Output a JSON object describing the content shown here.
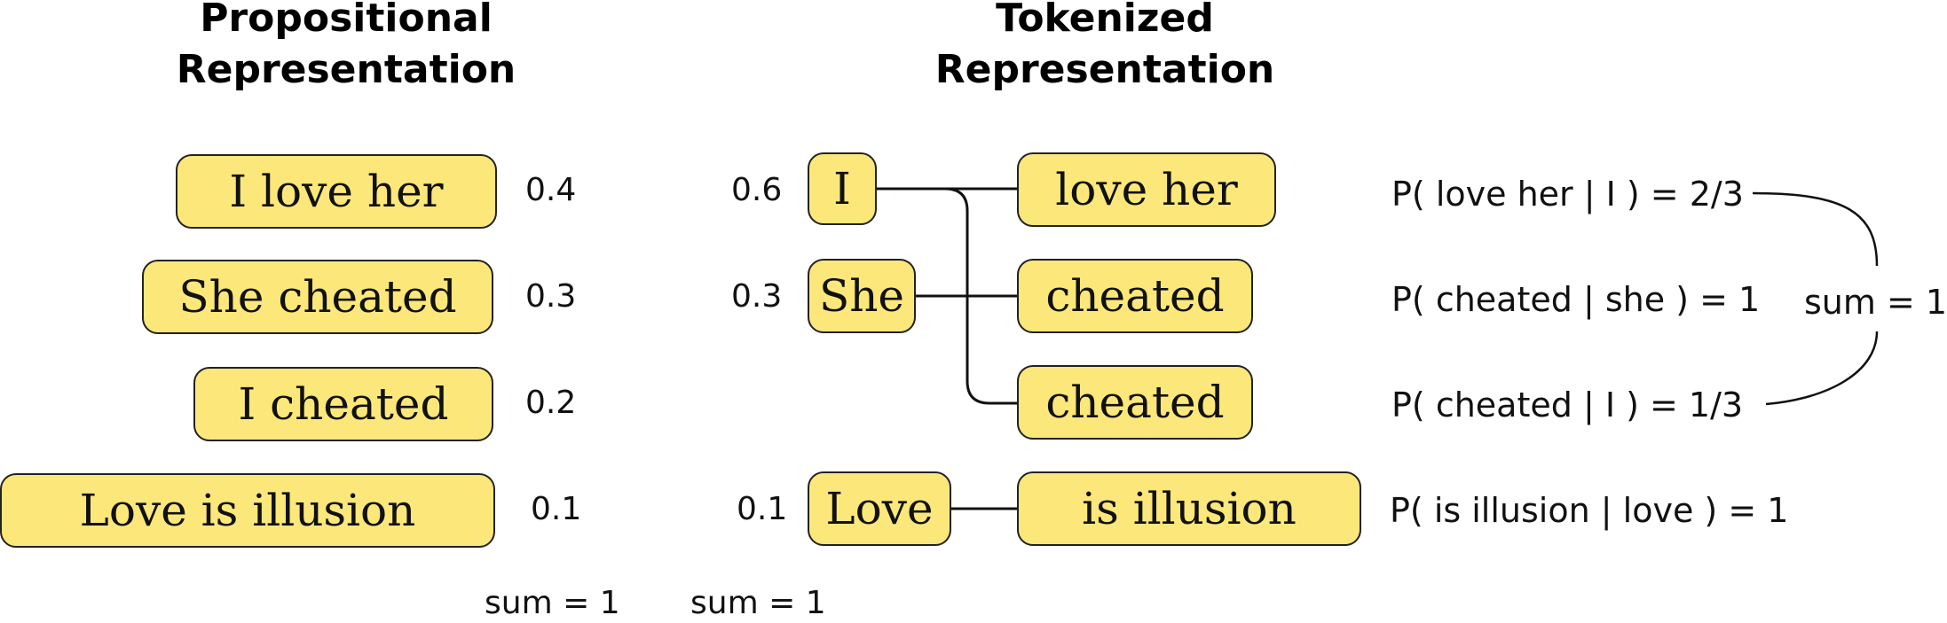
{
  "headings": {
    "propositional": {
      "line1": "Propositional",
      "line2": "Representation"
    },
    "tokenized": {
      "line1": "Tokenized",
      "line2": "Representation"
    }
  },
  "propositional": {
    "items": [
      {
        "text": "I love her",
        "value": "0.4"
      },
      {
        "text": "She cheated",
        "value": "0.3"
      },
      {
        "text": "I cheated",
        "value": "0.2"
      },
      {
        "text": "Love is illusion",
        "value": "0.1"
      }
    ],
    "sum": "sum = 1"
  },
  "tokenized": {
    "first_tokens": [
      {
        "text": "I",
        "value": "0.6"
      },
      {
        "text": "She",
        "value": "0.3"
      },
      {
        "text": "Love",
        "value": "0.1"
      }
    ],
    "continuations": [
      {
        "text": "love her"
      },
      {
        "text": "cheated"
      },
      {
        "text": "cheated"
      },
      {
        "text": "is illusion"
      }
    ],
    "sum": "sum = 1"
  },
  "conditionals": [
    "P( love her | I ) = 2/3",
    "P( cheated | she ) = 1",
    "P( cheated | I ) = 1/3",
    "P( is illusion | love ) = 1"
  ],
  "bracket_sum": "sum = 1",
  "colors": {
    "box_fill": "#fce77a",
    "box_border": "#222222",
    "line": "#111111"
  }
}
